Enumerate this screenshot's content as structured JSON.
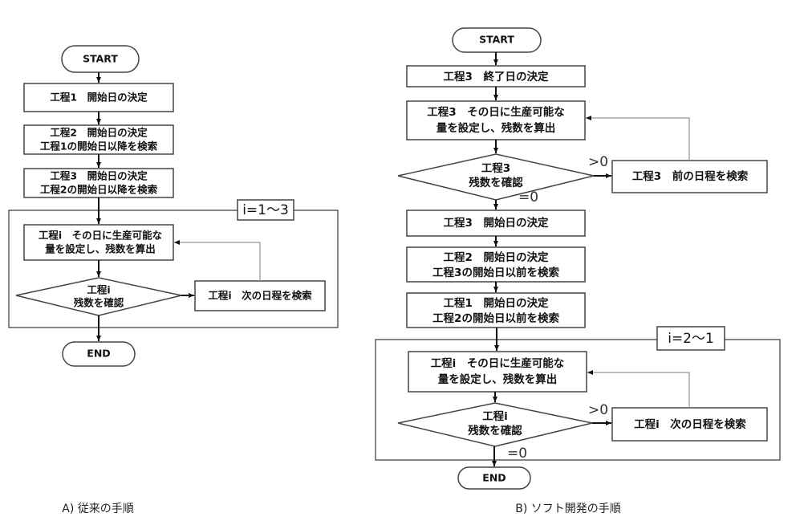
{
  "diagram_a": {
    "caption": "A) 従来の手順",
    "start": "START",
    "end": "END",
    "step1": [
      "工程1　開始日の決定"
    ],
    "step2": [
      "工程2　開始日の決定",
      "工程1の開始日以降を検索"
    ],
    "step3": [
      "工程3　開始日の決定",
      "工程2の開始日以降を検索"
    ],
    "loop_label": "i=1〜3",
    "loop_process": [
      "工程i　その日に生産可能な",
      "量を設定し、残数を算出"
    ],
    "decision": [
      "工程i",
      "残数を確認"
    ],
    "search_next": "工程i　次の日程を検索"
  },
  "diagram_b": {
    "caption": "B) ソフト開発の手順",
    "start": "START",
    "end": "END",
    "step_end_date": "工程3　終了日の決定",
    "step3_process": [
      "工程3　その日に生産可能な",
      "量を設定し、残数を算出"
    ],
    "step3_decision": [
      "工程3",
      "残数を確認"
    ],
    "step3_search_prev": "工程3　前の日程を検索",
    "cond_gt": ">0",
    "cond_eq": "=0",
    "step3_start": "工程3　開始日の決定",
    "step2": [
      "工程2　開始日の決定",
      "工程3の開始日以前を検索"
    ],
    "step1": [
      "工程1　開始日の決定",
      "工程2の開始日以前を検索"
    ],
    "loop_label": "i=2〜1",
    "loop_process": [
      "工程i　その日に生産可能な",
      "量を設定し、残数を算出"
    ],
    "decision": [
      "工程i",
      "残数を確認"
    ],
    "search_next": "工程i　次の日程を検索",
    "loop_cond_gt": ">0",
    "loop_cond_eq": "=0"
  }
}
